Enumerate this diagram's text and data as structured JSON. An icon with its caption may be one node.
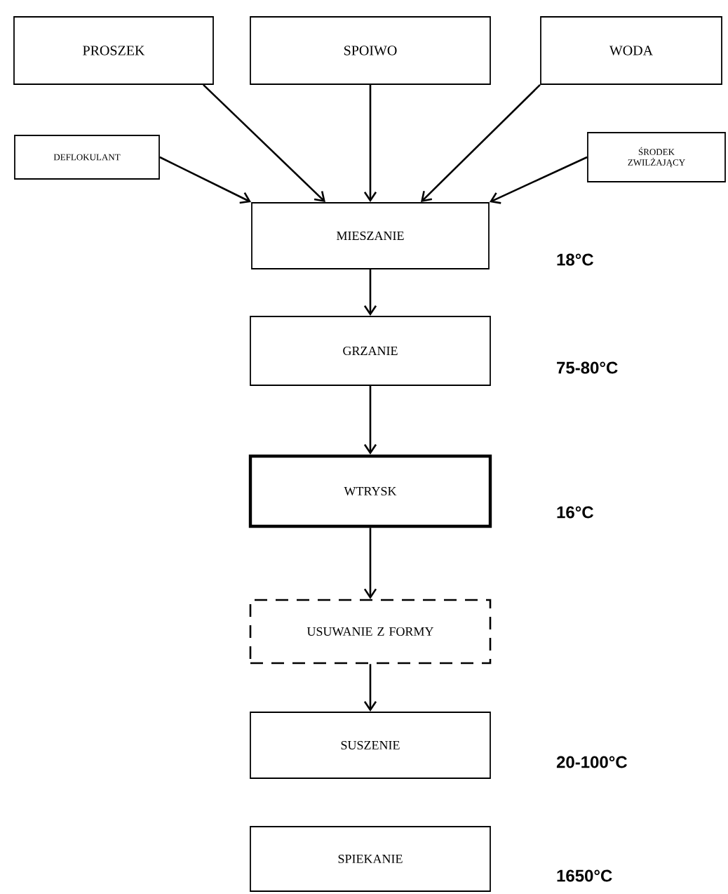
{
  "diagram": {
    "nodes": [
      {
        "text": [
          "PROSZEK"
        ]
      },
      {
        "text": [
          "SPOIWO"
        ]
      },
      {
        "text": [
          "WODA"
        ]
      },
      {
        "text": [
          "DEFLOKULANT"
        ]
      },
      {
        "text": [
          "ŚRODEK ZWILŻAJĄCY"
        ]
      },
      {
        "text": [
          "MIESZANIE"
        ]
      },
      {
        "text": [
          "GRZANIE"
        ]
      },
      {
        "text": [
          "WTRYSK"
        ]
      },
      {
        "text": [
          "USUWANIE Z FORMY"
        ]
      },
      {
        "text": [
          "SUSZENIE"
        ]
      },
      {
        "text": [
          "SPIEKANIE"
        ]
      }
    ],
    "edges": [
      {
        "from": 0,
        "to": 5,
        "arrow": "to"
      },
      {
        "from": 1,
        "to": 5,
        "arrow": "to"
      },
      {
        "from": 2,
        "to": 5,
        "arrow": "to"
      },
      {
        "from": 3,
        "to": 5,
        "arrow": "to"
      },
      {
        "from": 4,
        "to": 5,
        "arrow": "to"
      },
      {
        "from": 5,
        "to": 6,
        "arrow": "to"
      },
      {
        "from": 6,
        "to": 7,
        "arrow": "to"
      },
      {
        "from": 7,
        "to": 8,
        "arrow": "to"
      },
      {
        "from": 8,
        "to": 9,
        "arrow": "to"
      }
    ],
    "labels": [
      "18°C",
      "75-80°C",
      "16°C",
      "20-100°C",
      "1650°C"
    ]
  }
}
